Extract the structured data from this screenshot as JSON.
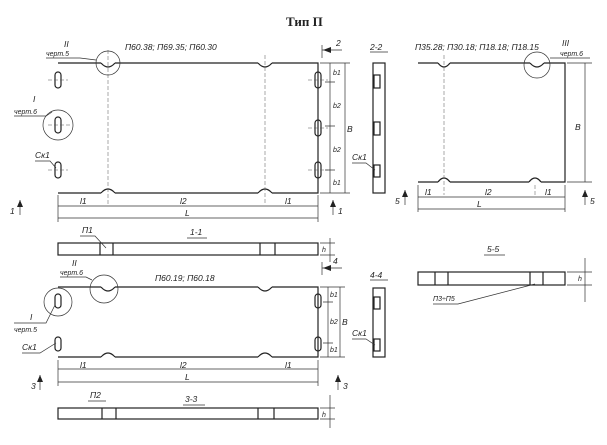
{
  "title": "Тип П",
  "view_a": {
    "marks": "П60.38; П69.35; П60.30",
    "detail_ii": "II",
    "detail_ii_ref": "черт.5",
    "detail_i": "I",
    "detail_i_ref": "черт.6",
    "ck": "Ск1",
    "b1": "b1",
    "b2": "b2",
    "B": "B",
    "l1": "l1",
    "l2": "l2",
    "L": "L",
    "sec": "1",
    "sec2": "2"
  },
  "section_22": {
    "label": "2-2",
    "ck": "Ск1"
  },
  "view_c": {
    "marks": "П35.28; П30.18; П18.18; П18.15",
    "detail_iii": "III",
    "detail_iii_ref": "черт.6",
    "B": "B",
    "l1": "l1",
    "l2": "l2",
    "L": "L",
    "sec": "5"
  },
  "section_11": {
    "label": "1-1",
    "part": "П1",
    "h": "h"
  },
  "view_b": {
    "marks": "П60.19; П60.18",
    "detail_ii": "II",
    "detail_ii_ref": "черт.6",
    "detail_i": "I",
    "detail_i_ref": "черт.5",
    "ck": "Ск1",
    "b1": "b1",
    "b2": "b2",
    "B": "B",
    "l1": "l1",
    "l2": "l2",
    "L": "L",
    "sec": "3",
    "sec4": "4"
  },
  "section_44": {
    "label": "4-4",
    "ck": "Ск1"
  },
  "section_33": {
    "label": "3-3",
    "part": "П2",
    "h": "h"
  },
  "section_55": {
    "label": "5-5",
    "part": "П3÷П5",
    "h": "h"
  }
}
